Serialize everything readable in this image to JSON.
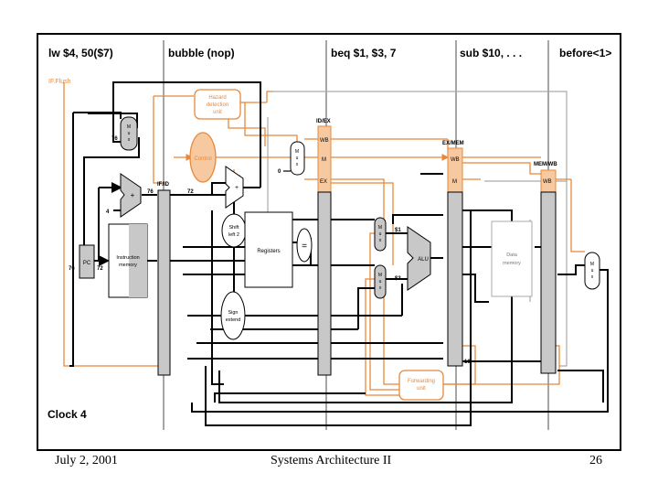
{
  "stages": {
    "if": "lw $4, 50($7)",
    "id": "bubble (nop)",
    "ex": "beq  $1, $3, 7",
    "mem": "sub $10, . . .",
    "wb": "before<1>"
  },
  "signals": {
    "if_flush": "IF.Flush",
    "pc_value_76a": "76",
    "pc_value_76b": "76",
    "pc_value_76c": "76",
    "pc_value_72a": "72",
    "pc_value_72b": "72",
    "const_4": "4",
    "const_0": "0",
    "reg_1": "$1",
    "reg_3": "$3",
    "value_10": "10"
  },
  "units": {
    "hazard": [
      "Hazard",
      "detection",
      "unit"
    ],
    "control": "Control",
    "pc": "PC",
    "imem": [
      "Instruction",
      "memory"
    ],
    "registers": "Registers",
    "shift": [
      "Shift",
      "left 2"
    ],
    "sign_extend": [
      "Sign",
      "extend"
    ],
    "alu": "ALU",
    "dmem": [
      "Data",
      "memory"
    ],
    "forwarding": [
      "Forwarding",
      "unit"
    ],
    "mux_letters": [
      "M",
      "u",
      "x"
    ],
    "equal": "=",
    "plus": "+"
  },
  "pipeline_registers": {
    "ifid": "IF/ID",
    "idex": "ID/EX",
    "exmem": "EX/MEM",
    "memwb": "MEM/WB",
    "wb": "WB",
    "m": "M",
    "ex": "EX"
  },
  "clock": "Clock 4",
  "footer": {
    "date": "July 2, 2001",
    "title": "Systems Architecture II",
    "page": "26"
  },
  "colors": {
    "highlight": "#e8883a",
    "highlight_fill": "#f7c9a0",
    "register_fill": "#c8c8c8",
    "light_gray": "#aaaaaa"
  }
}
